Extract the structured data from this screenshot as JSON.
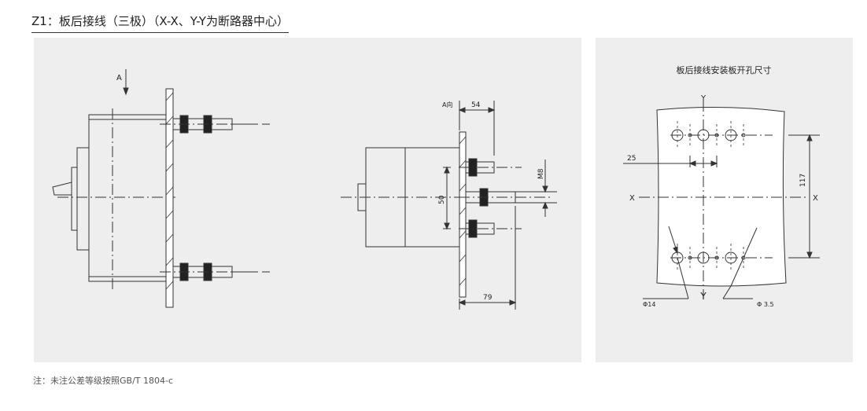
{
  "title": "Z1：板后接线（三极）（X-X、Y-Y为断路器中心）",
  "note": "注：未注公差等级按照GB/T 1804-c",
  "left_drawing": {
    "arrow_label": "A",
    "direction_label": "A向",
    "dim_54": "54",
    "dim_m8": "M8",
    "dim_50": "50",
    "dim_79": "79"
  },
  "right_drawing": {
    "heading": "板后接线安装板开孔尺寸",
    "y_top": "Y",
    "y_bottom": "Y",
    "x_left": "X",
    "x_right": "X",
    "dim_25": "25",
    "dim_117": "117",
    "dia_14": "Φ14",
    "dia_3_5": "Φ 3.5"
  }
}
